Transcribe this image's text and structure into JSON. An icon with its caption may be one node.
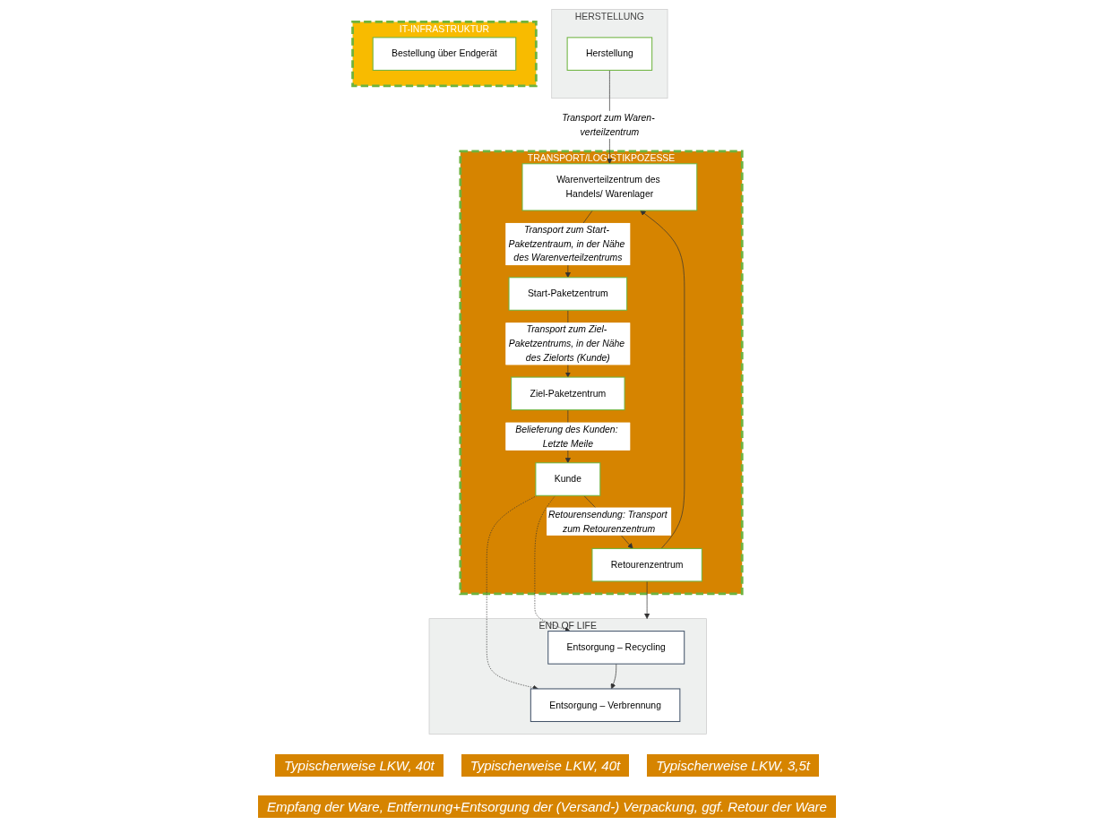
{
  "diagram": {
    "nodes": [
      {
        "text": [
          "HERSTELLUNG"
        ]
      },
      {
        "text": [
          "Herstellung"
        ],
        "in": 0
      },
      {
        "text": [
          "TRANSPORT/LOGISTIKPOZESSE"
        ]
      },
      {
        "text": [
          "Warenverteilzentrum des Handels/ Warenlager"
        ],
        "in": 2
      },
      {
        "text": [
          "Retourenzentrum"
        ],
        "in": 2
      },
      {
        "text": [
          "Start-Paketzentrum"
        ],
        "in": 2
      },
      {
        "text": [
          "Ziel-Paketzentrum"
        ],
        "in": 2
      },
      {
        "text": [
          "Kunde"
        ],
        "in": 2
      },
      {
        "text": [
          "IT-INFRASTRUKTUR"
        ]
      },
      {
        "text": [
          "Bestellung über Endgerät"
        ],
        "in": 8
      },
      {
        "text": [
          "END OF LIFE"
        ]
      },
      {
        "text": [
          "Entsorgung – Recycling"
        ],
        "in": 10
      },
      {
        "text": [
          "Entsorgung – Verbrennung"
        ],
        "in": 10
      }
    ],
    "edges": [
      {
        "from": 1,
        "to": 3,
        "arrow": "to",
        "label": "Transport zum Waren- verteilzentrum"
      },
      {
        "from": 3,
        "to": 5,
        "arrow": "to",
        "label": "Transport zum Start- Paketzentraum, in der Nähe des Warenverteilzentrums"
      },
      {
        "from": 5,
        "to": 6,
        "arrow": "to",
        "label": "Transport zum Ziel- Paketzentrums, in der Nähe des Zielorts (Kunde)"
      },
      {
        "from": 6,
        "to": 7,
        "arrow": "to",
        "label": "Belieferung des Kunden: Letzte Meile"
      },
      {
        "from": 7,
        "to": 4,
        "arrow": "to",
        "label": "Retourensendung: Transport zum Retourenzentrum"
      },
      {
        "from": 4,
        "to": 3,
        "arrow": "to"
      },
      {
        "from": 4,
        "to": 10,
        "arrow": "to"
      },
      {
        "from": 7,
        "to": 11,
        "arrow": "to",
        "style": "dashed"
      },
      {
        "from": 7,
        "to": 12,
        "arrow": "to",
        "style": "dashed"
      },
      {
        "from": 11,
        "to": 12,
        "arrow": "to"
      }
    ],
    "labels": [
      "Typischerweise LKW, 40t",
      "Typischerweise LKW, 40t",
      "Typischerweise LKW, 3,5t",
      "Empfang der Ware, Entfernung+Entsorgung der (Versand-) Verpackung, ggf. Retour der Ware"
    ]
  }
}
